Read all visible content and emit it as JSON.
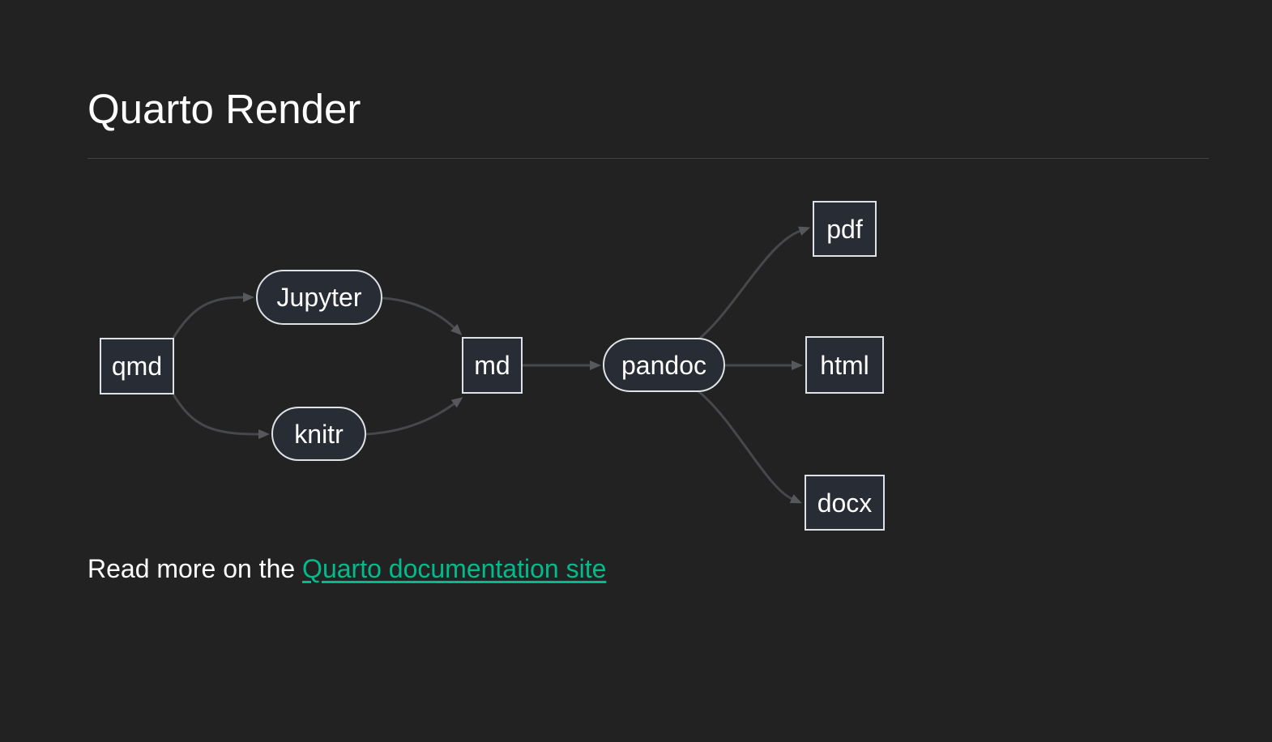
{
  "page": {
    "title": "Quarto Render"
  },
  "theme": {
    "page-bg": "#222222",
    "text-color": "#ffffff",
    "link-color": "#00bc8c",
    "hr-color": "#444444",
    "node-fill": "#282c34",
    "node-border": "#dee2e6",
    "edge-color": "#46484b",
    "edge-arrow": "#56585b"
  },
  "diagram": {
    "type": "flowchart-left-to-right",
    "nodes": {
      "qmd": {
        "label": "qmd",
        "shape": "rect"
      },
      "jupyter": {
        "label": "Jupyter",
        "shape": "stadium"
      },
      "knitr": {
        "label": "knitr",
        "shape": "stadium"
      },
      "md": {
        "label": "md",
        "shape": "rect"
      },
      "pandoc": {
        "label": "pandoc",
        "shape": "stadium"
      },
      "pdf": {
        "label": "pdf",
        "shape": "rect"
      },
      "html": {
        "label": "html",
        "shape": "rect"
      },
      "docx": {
        "label": "docx",
        "shape": "rect"
      }
    },
    "edges": [
      {
        "from": "qmd",
        "to": "jupyter"
      },
      {
        "from": "qmd",
        "to": "knitr"
      },
      {
        "from": "jupyter",
        "to": "md"
      },
      {
        "from": "knitr",
        "to": "md"
      },
      {
        "from": "md",
        "to": "pandoc"
      },
      {
        "from": "pandoc",
        "to": "pdf"
      },
      {
        "from": "pandoc",
        "to": "html"
      },
      {
        "from": "pandoc",
        "to": "docx"
      }
    ]
  },
  "footer": {
    "prefix": "Read more on the ",
    "link_text": "Quarto documentation site"
  }
}
